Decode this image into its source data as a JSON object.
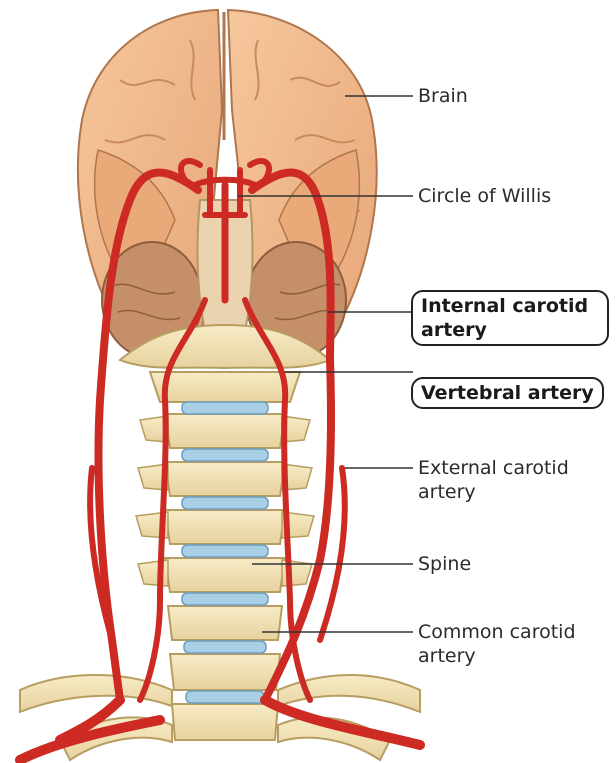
{
  "labels": {
    "brain": "Brain",
    "circle_of_willis": "Circle of Willis",
    "internal_carotid": "Internal carotid artery",
    "vertebral": "Vertebral artery",
    "external_carotid": "External carotid artery",
    "spine": "Spine",
    "common_carotid": "Common carotid artery"
  },
  "highlighted_labels": [
    "internal_carotid",
    "vertebral"
  ],
  "colors": {
    "brain": "#f2b98c",
    "brain_shadow": "#c98a5c",
    "cerebellum": "#c9926a",
    "artery": "#cc2a22",
    "artery_dark": "#8e1a14",
    "bone": "#f3e3b8",
    "bone_shadow": "#c9b27a",
    "disc": "#a9cfe6",
    "leader_line": "#333333"
  }
}
